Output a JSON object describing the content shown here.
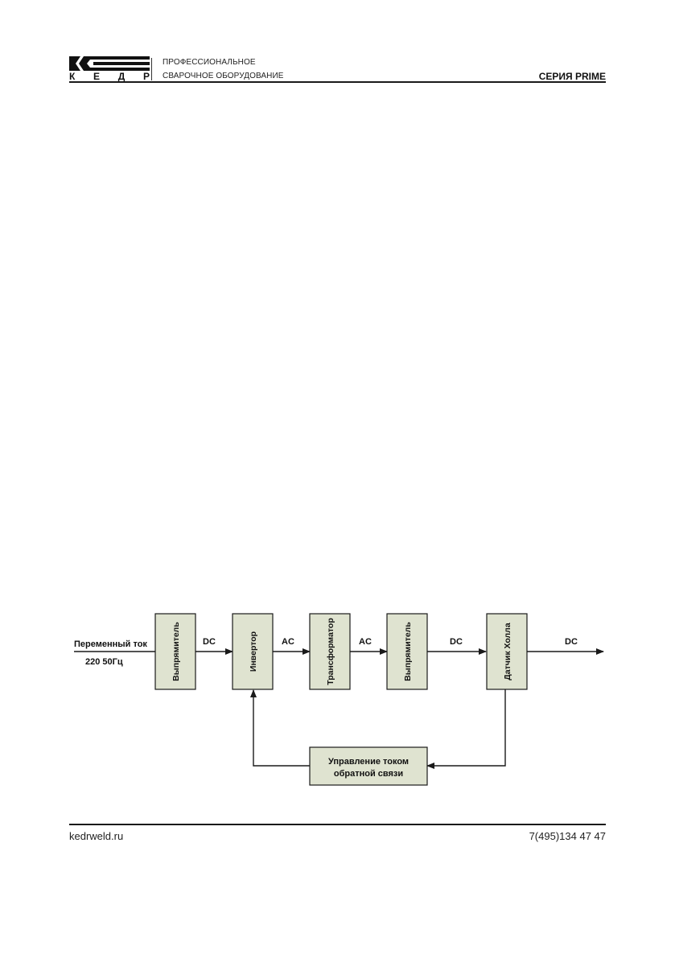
{
  "header": {
    "logo_letters": [
      "К",
      "Е",
      "Д",
      "Р"
    ],
    "tagline_line1": "ПРОФЕССИОНАЛЬНОЕ",
    "tagline_line2": "СВАРОЧНОЕ ОБОРУДОВАНИЕ",
    "series": "СЕРИЯ PRIME"
  },
  "diagram": {
    "input_label_line1": "Переменный ток",
    "input_label_line2": "220 50Гц",
    "blocks": {
      "rectifier1": "Выпрямитель",
      "inverter": "Инвертор",
      "transformer": "Трансформатор",
      "rectifier2": "Выпрямитель",
      "hall_sensor": "Датчик Холла",
      "feedback_line1": "Управление током",
      "feedback_line2": "обратной связи"
    },
    "signals": {
      "s1": "DC",
      "s2": "AC",
      "s3": "AC",
      "s4": "DC",
      "s5": "DC"
    },
    "colors": {
      "block_fill": "#dfe3d0",
      "stroke": "#1a1a1a"
    }
  },
  "footer": {
    "website": "kedrweld.ru",
    "phone": "7(495)134 47 47"
  }
}
